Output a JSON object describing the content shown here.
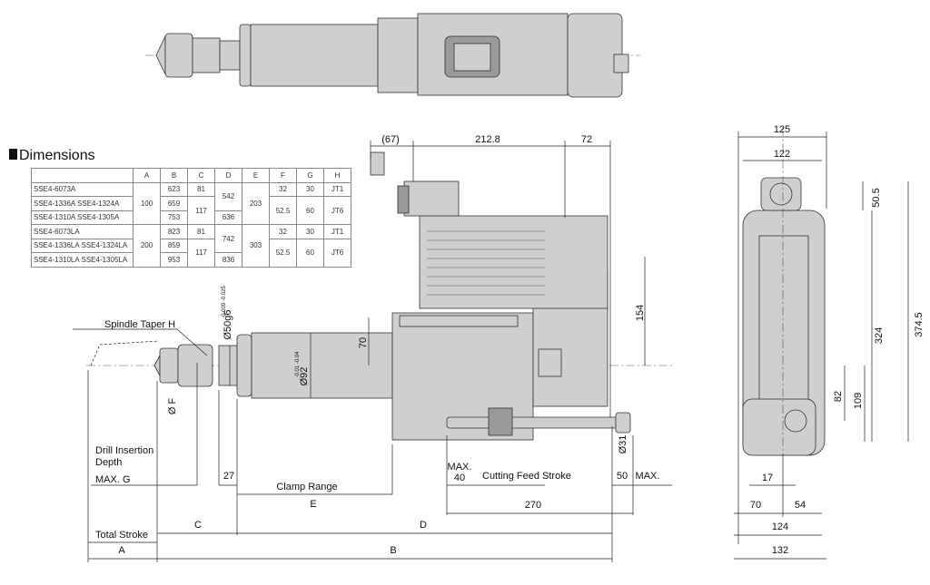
{
  "heading": "Dimensions",
  "table": {
    "headers": [
      "",
      "A",
      "B",
      "C",
      "D",
      "E",
      "F",
      "G",
      "H"
    ],
    "rows": [
      {
        "model": "SSE4-6073A",
        "A": "100",
        "B": "623",
        "C": "81",
        "D": "542",
        "E": "203",
        "F": "32",
        "G": "30",
        "H": "JT1"
      },
      {
        "model": "SSE4-1336A  SSE4-1324A",
        "B": "659",
        "C": "117",
        "F": "52.5",
        "G": "60",
        "H": "JT6"
      },
      {
        "model": "SSE4-1310A  SSE4-1305A",
        "B": "753",
        "D": "636"
      },
      {
        "model": "SSE4-6073LA",
        "A": "200",
        "B": "823",
        "C": "81",
        "D": "742",
        "E": "303",
        "F": "32",
        "G": "30",
        "H": "JT1"
      },
      {
        "model": "SSE4-1336LA  SSE4-1324LA",
        "B": "859",
        "C": "117",
        "F": "52.5",
        "G": "60",
        "H": "JT6"
      },
      {
        "model": "SSE4-1310LA  SSE4-1305LA",
        "B": "953",
        "D": "836"
      }
    ]
  },
  "labels": {
    "d67": "(67)",
    "d212": "212.8",
    "d72": "72",
    "d125": "125",
    "d122": "122",
    "d505": "50.5",
    "d3745": "374.5",
    "d324": "324",
    "d82": "82",
    "d109": "109",
    "d154": "154",
    "d70v": "70",
    "d92": "Ø92",
    "d92tol": "-0.01 -0.04",
    "d50": "Ø50g6",
    "d50tol": "-0.009 -0.025",
    "taper": "Spindle Taper H",
    "phiF": "Ø F",
    "drill1": "Drill Insertion",
    "drill2": "Depth",
    "maxg": "MAX. G",
    "d27": "27",
    "clamp": "Clamp Range",
    "E": "E",
    "max": "MAX.",
    "d40": "40",
    "cfs": "Cutting Feed Stroke",
    "d50h": "50",
    "max2": "MAX.",
    "d270": "270",
    "d31": "Ø31",
    "C": "C",
    "D": "D",
    "total": "Total Stroke",
    "A": "A",
    "B": "B",
    "d17": "17",
    "d70": "70",
    "d54": "54",
    "d124": "124",
    "d132": "132"
  }
}
